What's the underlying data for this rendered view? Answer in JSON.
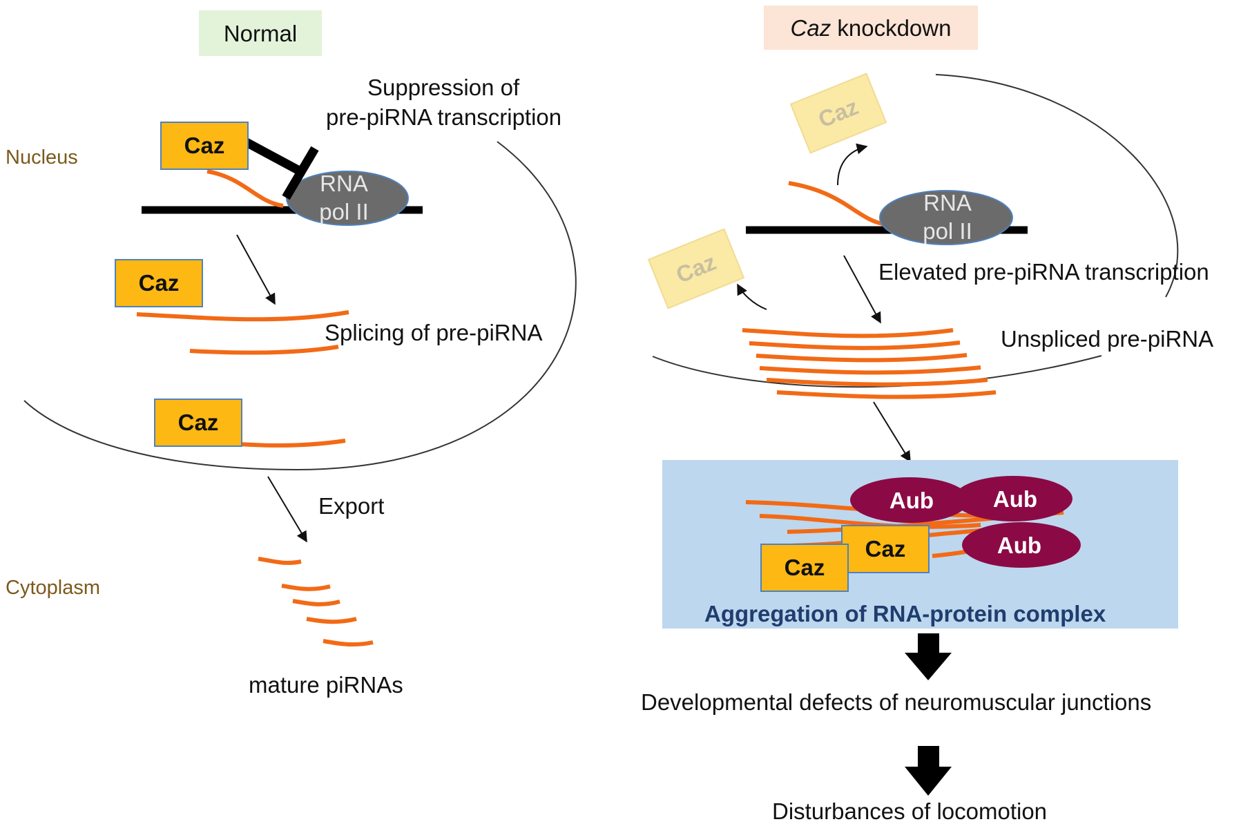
{
  "colors": {
    "caz_fill": "#fdb813",
    "caz_border": "#4f81bd",
    "rna_strand": "#f26a16",
    "pol_ii": "#6b6b6b",
    "aub": "#8b0a45",
    "aggregation_bg": "#bdd7ee",
    "normal_header_bg": "#e2f3d9",
    "knockdown_header_bg": "#fce4d6"
  },
  "left_panel": {
    "header": "Normal",
    "nucleus_label": "Nucleus",
    "cytoplasm_label": "Cytoplasm",
    "suppression_line1": "Suppression of",
    "suppression_line2": "pre-piRNA transcription",
    "splicing_label": "Splicing of pre-piRNA",
    "export_label": "Export",
    "mature_label": "mature piRNAs",
    "caz_label": "Caz",
    "pol_line1": "RNA",
    "pol_line2": "pol II"
  },
  "right_panel": {
    "header_italic": "Caz",
    "header_rest": " knockdown",
    "elevated_label": "Elevated pre-piRNA transcription",
    "unspliced_label": "Unspliced pre-piRNA",
    "aggregation_label": "Aggregation of RNA-protein complex",
    "aub_label": "Aub",
    "caz_label": "Caz",
    "pol_line1": "RNA",
    "pol_line2": "pol II",
    "outcome1": "Developmental defects of neuromuscular junctions",
    "outcome2": "Disturbances of locomotion"
  }
}
